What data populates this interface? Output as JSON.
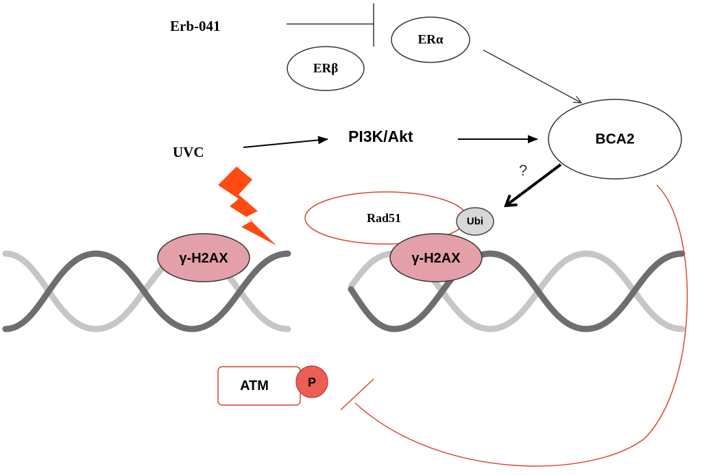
{
  "diagram": {
    "nodes": {
      "erb041": "Erb-041",
      "er_alpha": "ERα",
      "er_beta": "ERβ",
      "uvc": "UVC",
      "pi3k_akt": "PI3K/Akt",
      "bca2": "BCA2",
      "question": "?",
      "rad51": "Rad51",
      "ubi": "Ubi",
      "h2ax_left": "γ-H2AX",
      "h2ax_right": "γ-H2AX",
      "atm": "ATM",
      "phospho": "P"
    },
    "edges": [
      {
        "from": "Erb-041",
        "to": "ERα",
        "type": "inhibition"
      },
      {
        "from": "ERα",
        "to": "BCA2",
        "type": "activation"
      },
      {
        "from": "UVC",
        "to": "PI3K/Akt",
        "type": "activation"
      },
      {
        "from": "PI3K/Akt",
        "to": "BCA2",
        "type": "activation"
      },
      {
        "from": "BCA2",
        "to": "Rad51",
        "type": "activation",
        "label": "?"
      },
      {
        "from": "BCA2",
        "to": "ATM",
        "type": "inhibition"
      }
    ],
    "colors": {
      "accent": "#d9452e",
      "node_stroke": "#333333",
      "h2ax_fill": "#e3a0a8",
      "ubi_fill": "#d8d8d8",
      "lightning": "#ff4a12",
      "dna_dark": "#6e6e6e",
      "dna_light": "#c4c4c4"
    }
  }
}
